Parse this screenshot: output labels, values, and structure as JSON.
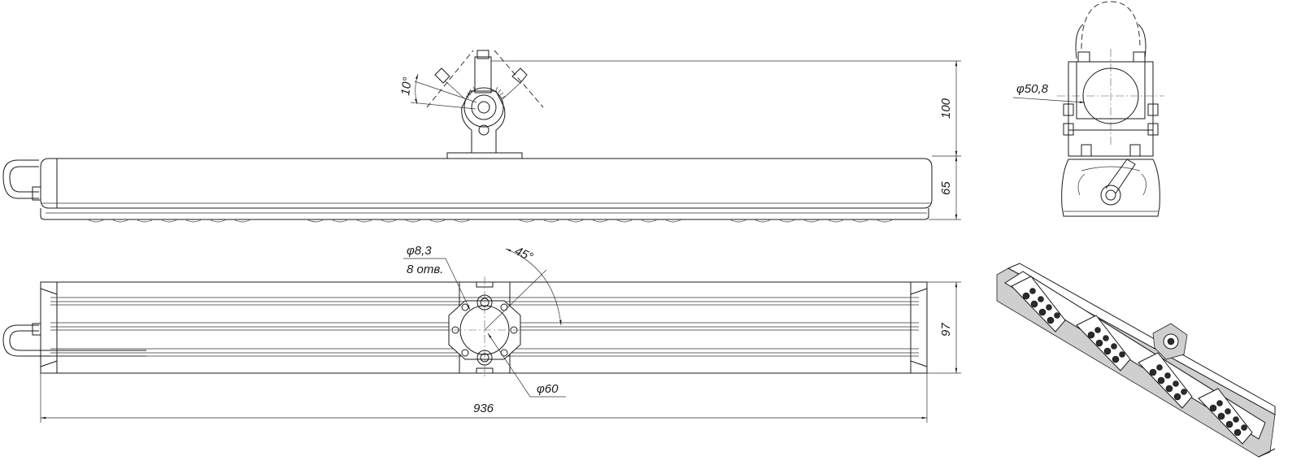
{
  "dimensions": {
    "tilt_angle": "10°",
    "bracket_height": "100",
    "body_height": "65",
    "pipe_diameter": "φ50,8",
    "hole_diameter": "φ8,3",
    "hole_count": "8 отв.",
    "hole_angle": "45°",
    "flange_diameter": "φ60",
    "body_width": "97",
    "overall_length": "936"
  }
}
